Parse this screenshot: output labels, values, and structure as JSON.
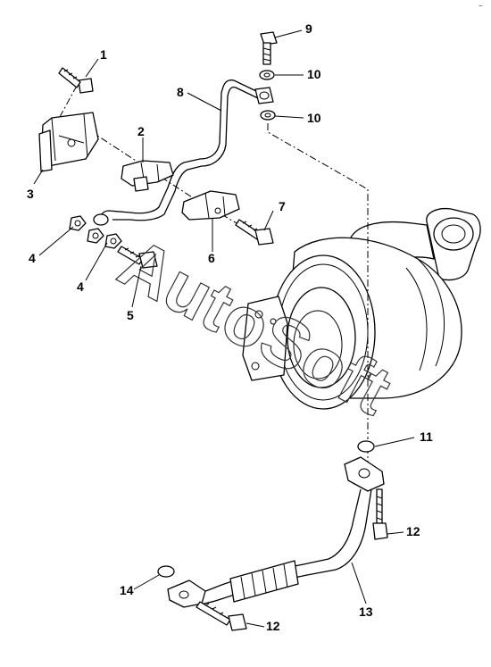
{
  "watermark": "AutoSoft",
  "corner_mark": "~",
  "callouts": {
    "c1": "1",
    "c2": "2",
    "c3": "3",
    "c4a": "4",
    "c4b": "4",
    "c5": "5",
    "c6": "6",
    "c7": "7",
    "c8": "8",
    "c9": "9",
    "c10a": "10",
    "c10b": "10",
    "c11": "11",
    "c12a": "12",
    "c12b": "12",
    "c13": "13",
    "c14": "14"
  }
}
